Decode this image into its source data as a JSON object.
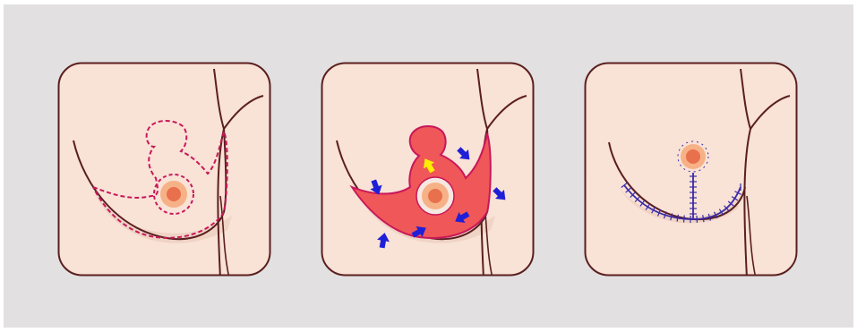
{
  "figure": {
    "steps": [
      {
        "id": "step-1-incision-marking"
      },
      {
        "id": "step-2-tissue-removal"
      },
      {
        "id": "step-3-sutured-closure"
      }
    ]
  },
  "colors": {
    "background": "#e2e0e1",
    "skin": "#f9e2d6",
    "outline": "#5a1f1f",
    "crease_shadow": "#efd3c4",
    "incision_marking": "#c8185a",
    "excised_tissue": "#f05758",
    "areola": "#f7b186",
    "nipple": "#e8704c",
    "movement_arrow": "#1f1fd8",
    "upward_arrow": "#ffee00",
    "suture": "#3a2aa8"
  },
  "icons": [
    "breast-outline",
    "incision-dotted-line",
    "inward-arrow-icon",
    "upward-arrow-icon",
    "suture-line"
  ]
}
